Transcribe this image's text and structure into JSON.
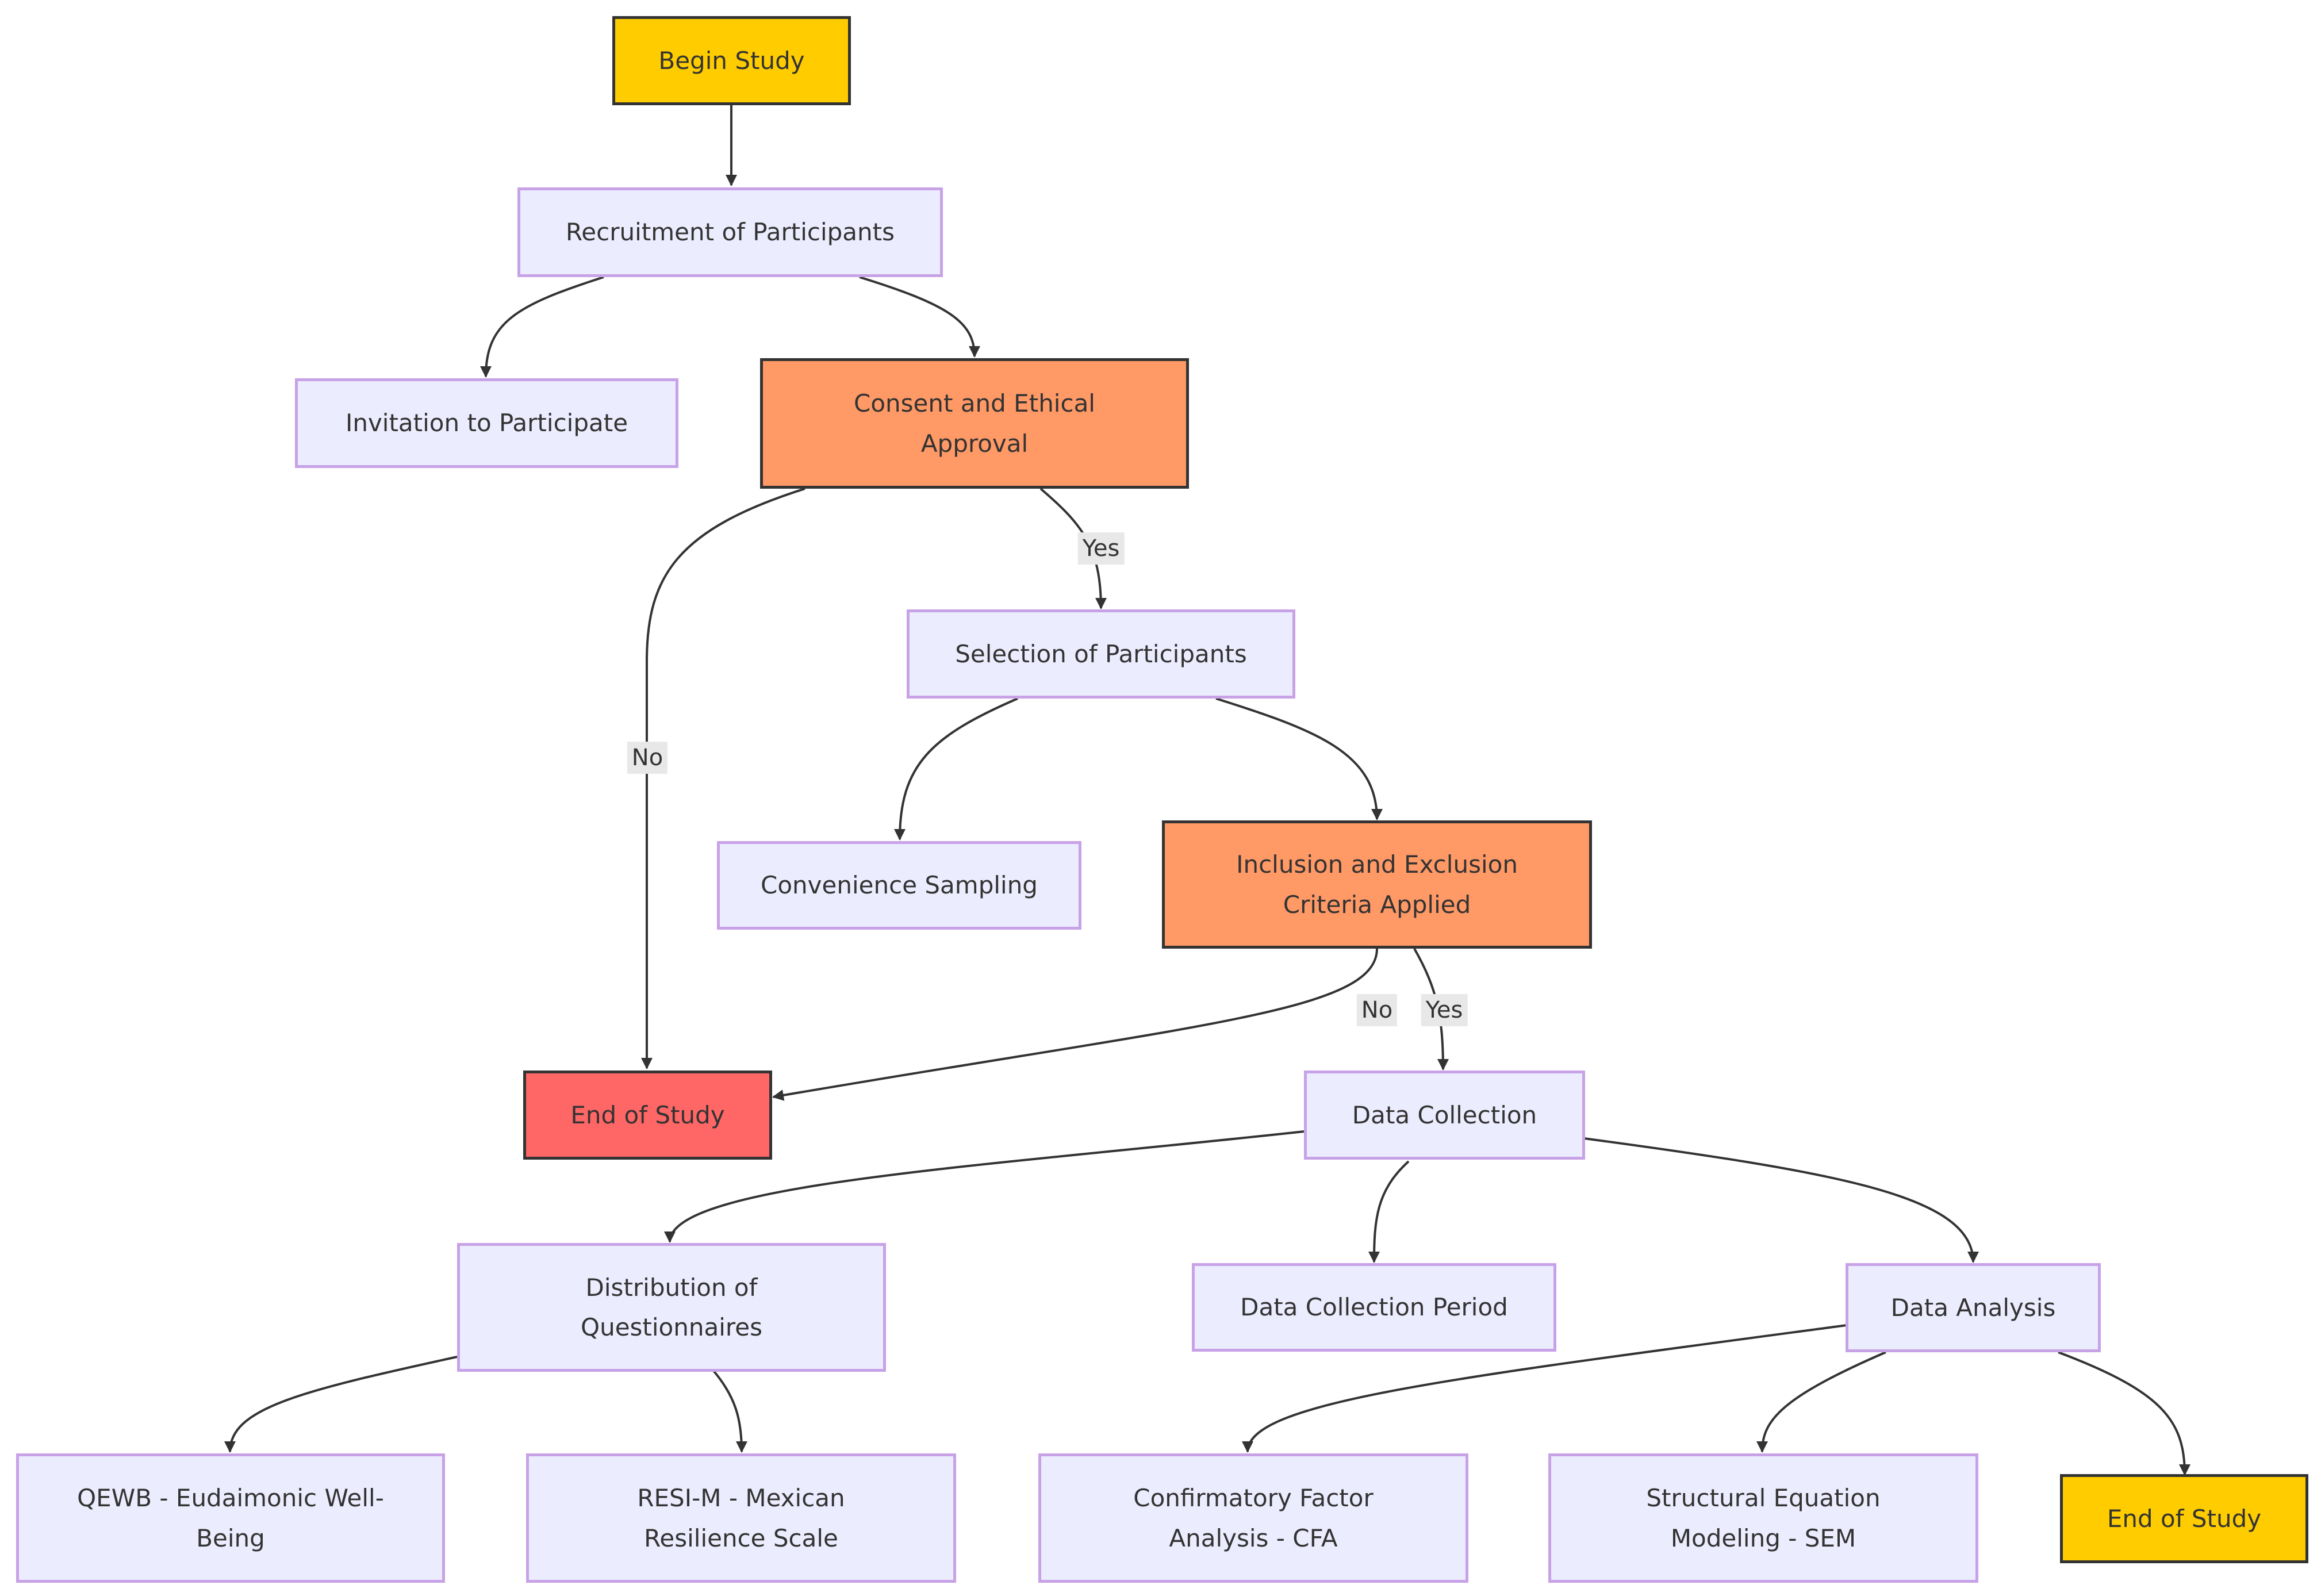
{
  "nodes": {
    "begin": "Begin Study",
    "recruitment": "Recruitment of Participants",
    "invitation": "Invitation to Participate",
    "consent": "Consent and Ethical\nApproval",
    "selection": "Selection of Participants",
    "convenience": "Convenience Sampling",
    "inclusion": "Inclusion and Exclusion\nCriteria Applied",
    "end_red": "End of Study",
    "data_collection": "Data Collection",
    "distribution": "Distribution of\nQuestionnaires",
    "period": "Data Collection Period",
    "analysis": "Data Analysis",
    "qewb": "QEWB - Eudaimonic Well-\nBeing",
    "resi": "RESI-M - Mexican\nResilience Scale",
    "cfa": "Confirmatory Factor\nAnalysis - CFA",
    "sem": "Structural Equation\nModeling - SEM",
    "end_final": "End of Study"
  },
  "edge_labels": {
    "consent_no": "No",
    "consent_yes": "Yes",
    "inclusion_no": "No",
    "inclusion_yes": "Yes"
  },
  "colors": {
    "default_fill": "#ECECFF",
    "default_stroke": "#C7A2E6",
    "start_end_fill": "#FFCC00",
    "decision_fill": "#FF9966",
    "terminate_fill": "#FF6666",
    "edge": "#333333"
  }
}
